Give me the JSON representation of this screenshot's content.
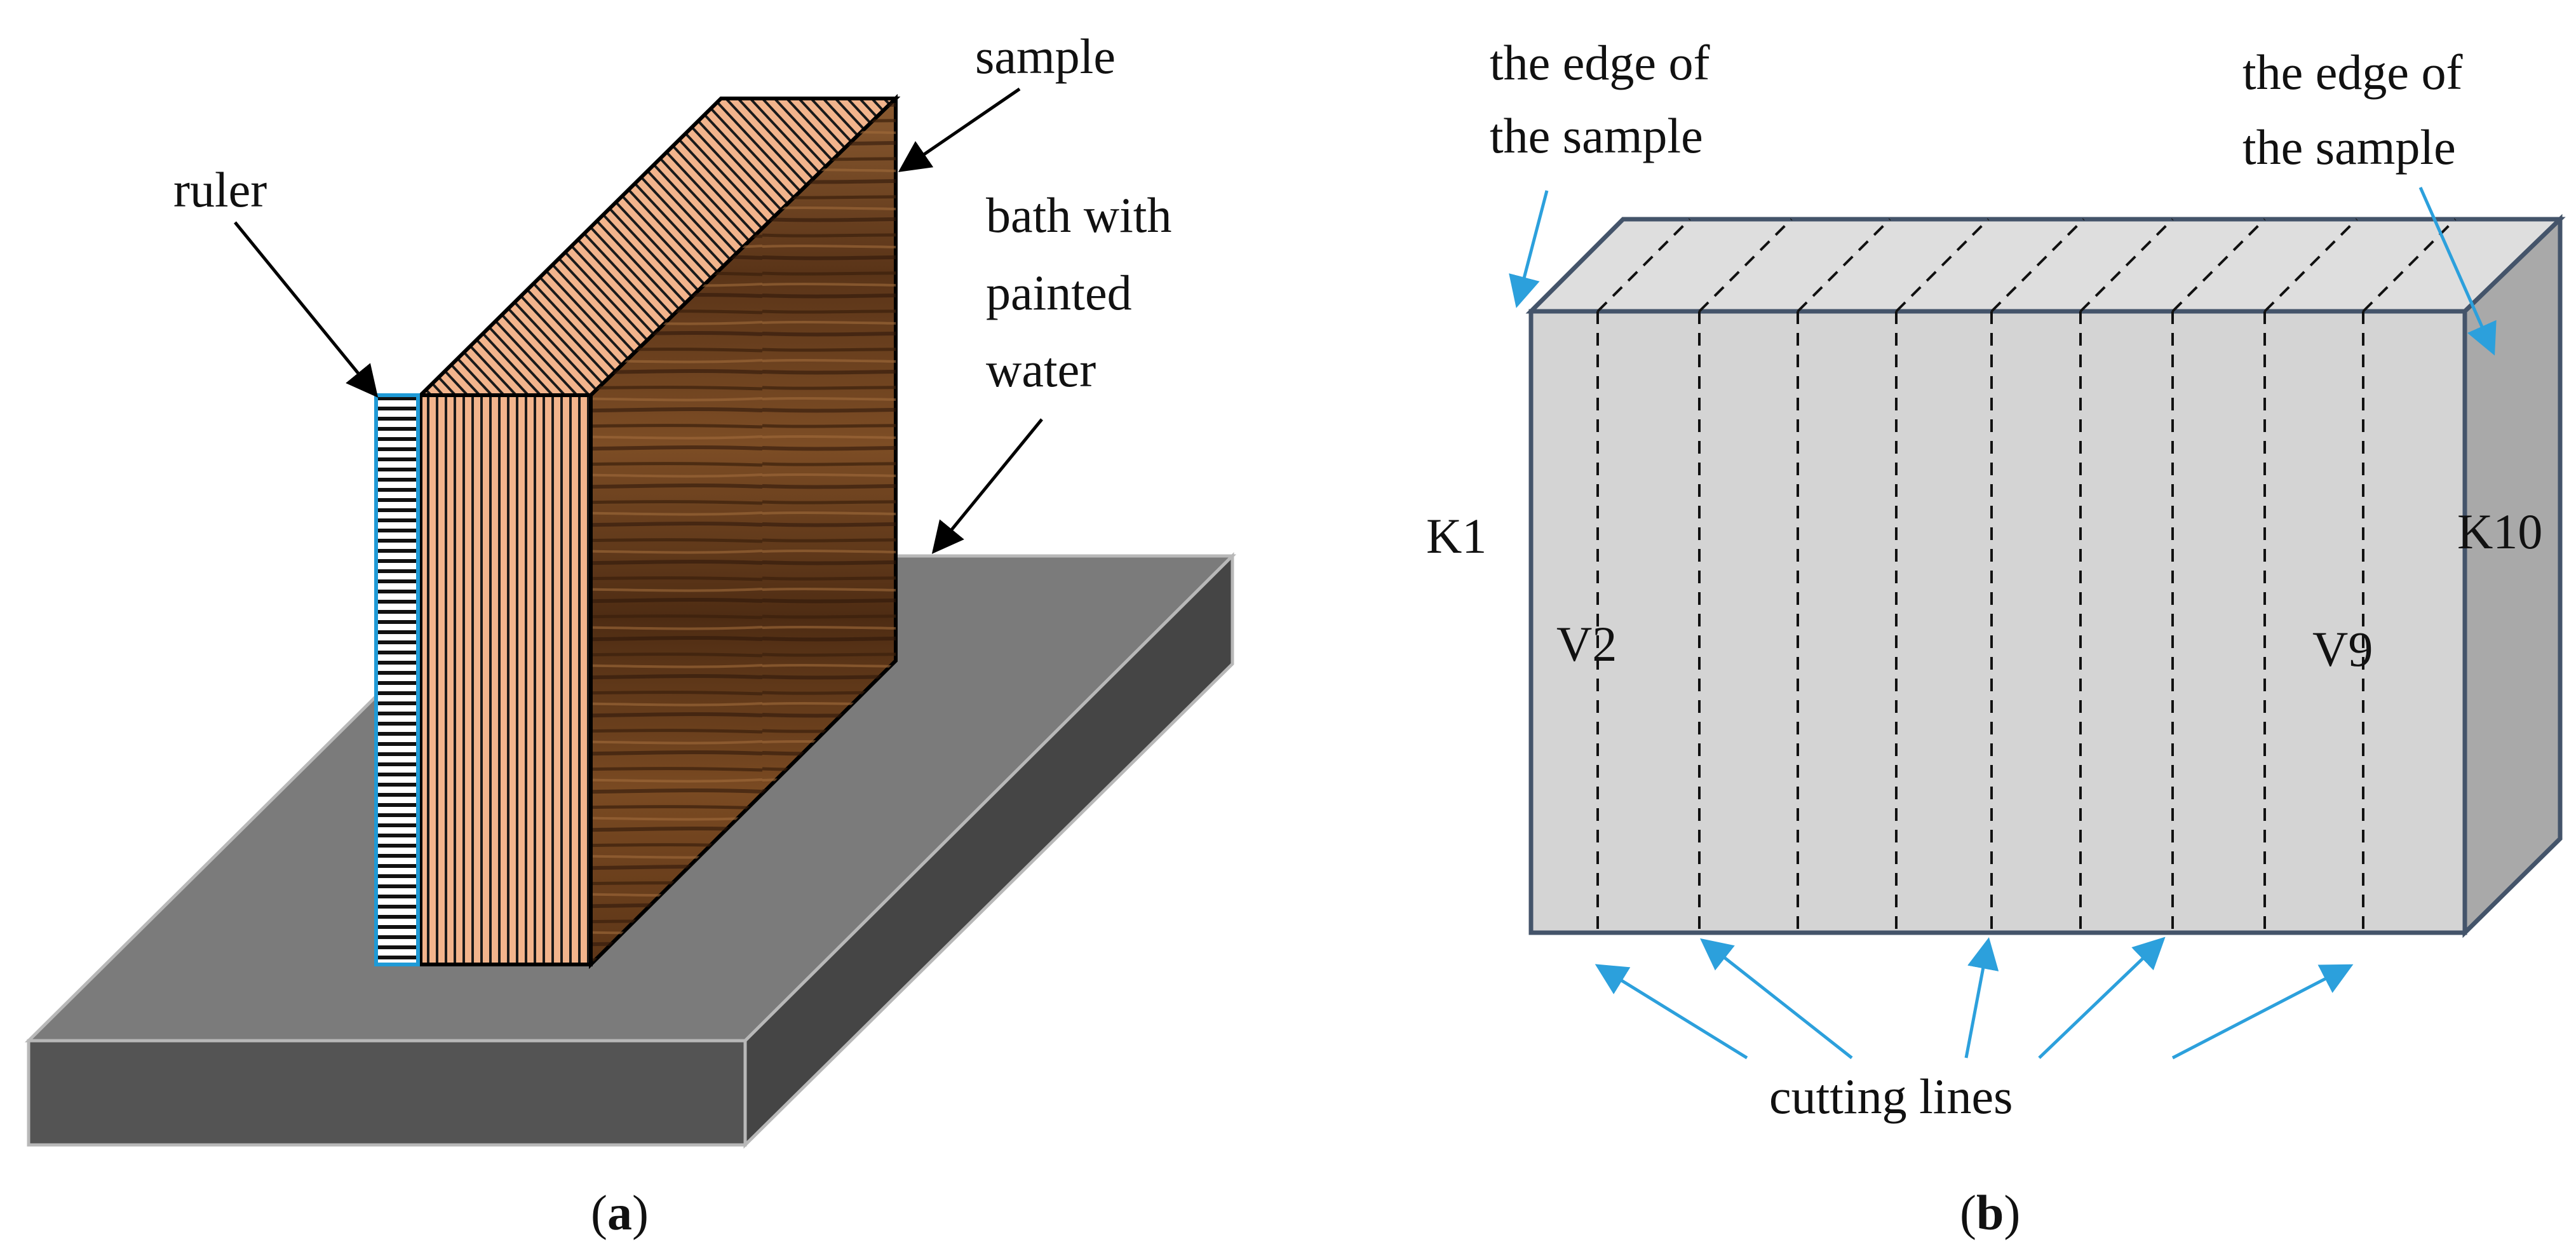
{
  "panel_a": {
    "labels": {
      "sample": "sample",
      "ruler": "ruler",
      "bath_line1": "bath with",
      "bath_line2": "painted",
      "bath_line3": "water"
    },
    "caption_open": "(",
    "caption_letter": "a",
    "caption_close": ")"
  },
  "panel_b": {
    "edge_left_line1": "the edge of",
    "edge_left_line2": "the sample",
    "edge_right_line1": "the edge of",
    "edge_right_line2": "the sample",
    "k1": "K1",
    "k10": "K10",
    "v2": "V2",
    "v9": "V9",
    "cutting_lines": "cutting lines",
    "caption_open": "(",
    "caption_letter": "b",
    "caption_close": ")"
  },
  "colors": {
    "bath_top": "#7b7b7b",
    "bath_front": "#545454",
    "bath_side": "#4a4a4a",
    "wood_face": "#6b3f1e",
    "veneer": "#f2b48c",
    "ruler_outline": "#1f9ad6",
    "block_front": "#d4d4d4",
    "block_top": "#dedede",
    "block_side": "#a9a9a9",
    "block_edge": "#44546a",
    "arrow_blue": "#2ca0dc"
  }
}
